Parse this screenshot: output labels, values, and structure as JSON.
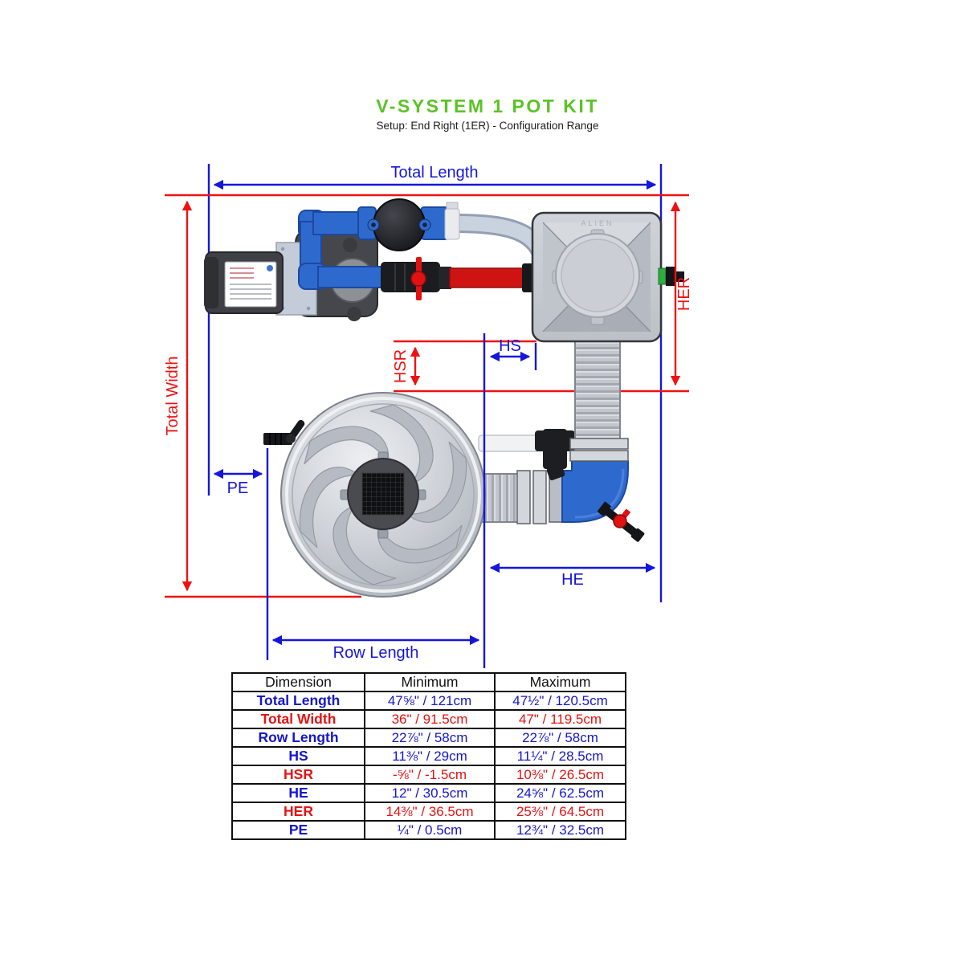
{
  "header": {
    "title": "V-SYSTEM 1 POT KIT",
    "subtitle": "Setup: End Right (1ER) - Configuration Range"
  },
  "diagram": {
    "labels": {
      "total_length": "Total Length",
      "total_width": "Total Width",
      "row_length": "Row Length",
      "hs": "HS",
      "hsr": "HSR",
      "he": "HE",
      "her": "HER",
      "pe": "PE"
    },
    "tank_brand": "ALIEN",
    "colors": {
      "dimension_blue": "#1515dd",
      "dimension_red": "#ee1111",
      "title_green": "#5cc226",
      "pipe_blue": "#2e6ace",
      "pipe_red": "#cf1313"
    }
  },
  "table": {
    "headers": [
      "Dimension",
      "Minimum",
      "Maximum"
    ],
    "rows": [
      {
        "dimension": "Total Length",
        "min": "47⅝\" / 121cm",
        "max": "47½\" / 120.5cm",
        "color": "blue"
      },
      {
        "dimension": "Total Width",
        "min": "36\" / 91.5cm",
        "max": "47\" / 119.5cm",
        "color": "red"
      },
      {
        "dimension": "Row Length",
        "min": "22⅞\" / 58cm",
        "max": "22⅞\" / 58cm",
        "color": "blue"
      },
      {
        "dimension": "HS",
        "min": "11⅜\" / 29cm",
        "max": "11¼\" / 28.5cm",
        "color": "blue"
      },
      {
        "dimension": "HSR",
        "min": "-⅝\" / -1.5cm",
        "max": "10⅜\" / 26.5cm",
        "color": "red"
      },
      {
        "dimension": "HE",
        "min": "12\" / 30.5cm",
        "max": "24⅝\" / 62.5cm",
        "color": "blue"
      },
      {
        "dimension": "HER",
        "min": "14⅜\" / 36.5cm",
        "max": "25⅜\" / 64.5cm",
        "color": "red"
      },
      {
        "dimension": "PE",
        "min": "¼\" / 0.5cm",
        "max": "12¾\" / 32.5cm",
        "color": "blue"
      }
    ]
  }
}
